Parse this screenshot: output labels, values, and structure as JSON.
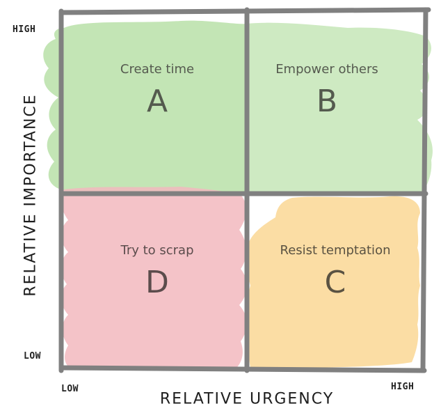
{
  "axes": {
    "y_title": "RELATIVE IMPORTANCE",
    "y_high": "HIGH",
    "y_low": "LOW",
    "x_title": "RELATIVE URGENCY",
    "x_low": "LOW",
    "x_high": "HIGH"
  },
  "quadrants": {
    "top_left": {
      "label": "Create time",
      "letter": "A",
      "color": "#b8e0a8"
    },
    "top_right": {
      "label": "Empower others",
      "letter": "B",
      "color": "#c6e6b7"
    },
    "bottom_left": {
      "label": "Try to scrap",
      "letter": "D",
      "color": "#f2b8be"
    },
    "bottom_right": {
      "label": "Resist temptation",
      "letter": "C",
      "color": "#fbd99a"
    }
  },
  "colors": {
    "grid_line": "#808080"
  }
}
